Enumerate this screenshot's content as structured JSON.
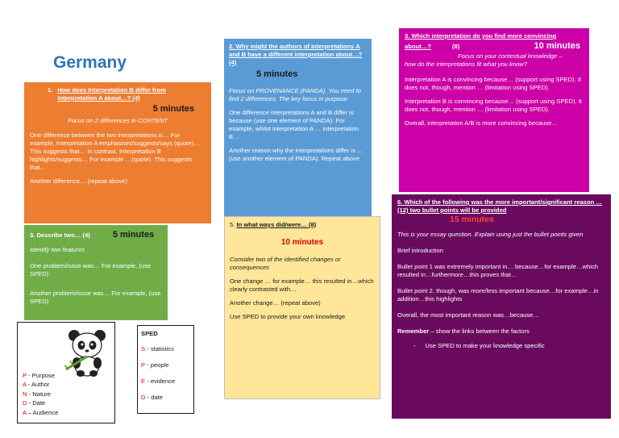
{
  "title": "Germany",
  "q1": {
    "num": "1.",
    "question": "How does Interpretation B differ from Interpretation A about…? (4)",
    "minutes": "5 minutes",
    "focus": "Focus on 2 differences in CONTENT",
    "p1": "One difference between the two interpretations is… For example, Interpretation A emphasises/suggests/says (quote)…This suggests that… In contrast, Interpretation B highlights/suggests… For example …(quote). This suggests that…",
    "p2": "Another difference… (repeat above)"
  },
  "q2": {
    "question": "2. Why might the authors of Interpretations A and B have a different interpretation about…? (4)",
    "minutes": "5 minutes",
    "focus": "Focus on PROVENANCE (PANDA). You need to find 2 differences. The key focus in purpose",
    "p1": "One difference interpretations A and B differ is because (use one element of PANDA). For example, whilst interpretation A … interpretation B…",
    "p2": "Another reason why the interpretations differ is … (use another element of PANDA). Repeat above"
  },
  "q3": {
    "question_a": "3. Which interpretation do you find more convincing",
    "question_b": "about…?",
    "marks": "(8)",
    "minutes": "10 minutes",
    "focus_a": "Focus on your contextual knowledge –",
    "focus_b": "how do the interpretations fit what you know?",
    "p1": "Interpretation A is convincing because… (support using SPED). It does not, though, mention … (limitation using SPED).",
    "p2": "Interpretation B is convincing because… (support using SPED). It does not, though, mention … (limitation using SPED).",
    "p3": "Overall, interpretation A/B is more convincing because…"
  },
  "q4": {
    "question": "3. Describe two… (4)",
    "minutes": "5 minutes",
    "focus": "Identify two features",
    "p1": "One problem/issue was… For example, (use SPED)",
    "p2": "Another problem/issue was… For example, (use SPED)"
  },
  "q5": {
    "num": "5.",
    "question": "In what ways did/were… (8)",
    "minutes": "10 minutes",
    "focus": "Consider two of the identified changes or consequences",
    "p1": "One change … for example… this resulted in…which clearly contrasted with…",
    "p2": "Another change… (repeat above)",
    "p3": "Use SPED to provide your own knowledge"
  },
  "q6": {
    "question": "6. Which of the following was the more important/significant reason … (12) two bullet points will be provided",
    "minutes": "15 minutes",
    "focus": "This is your essay question. Explain using just the bullet points given",
    "p1": "Brief introduction",
    "p2": "Bullet point 1 was extremely important in… because…for example…which resulted in…furthermore…this proves that…",
    "p3": "Bullet point 2, though, was more/less important because…for example…in addition…this highlights",
    "p4": "Overall, the most important reason was…because…",
    "remember_label": "Remember",
    "remember_text": " – show the links between the factors",
    "bullet": "Use SPED to make your knowledge specific"
  },
  "panda": [
    {
      "letter": "P",
      "word": " - Purpose"
    },
    {
      "letter": "A",
      "word": " - Author"
    },
    {
      "letter": "N",
      "word": " - Nature"
    },
    {
      "letter": "D",
      "word": " - Date"
    },
    {
      "letter": "A",
      "word": " – Audience"
    }
  ],
  "sped": {
    "heading": "SPED",
    "rows": [
      {
        "letter": "S",
        "word": " - statistics"
      },
      {
        "letter": "P",
        "word": " - people"
      },
      {
        "letter": "E",
        "word": " - evidence"
      },
      {
        "letter": "D",
        "word": " - date"
      }
    ]
  },
  "colors": {
    "title": "#2e75b6",
    "q1": "#ed7d31",
    "q2": "#5b9bd5",
    "q3": "#cc00a6",
    "q4": "#70ad47",
    "q5": "#ffe699",
    "q6": "#6a0a5e",
    "accent_red": "#e00000"
  }
}
